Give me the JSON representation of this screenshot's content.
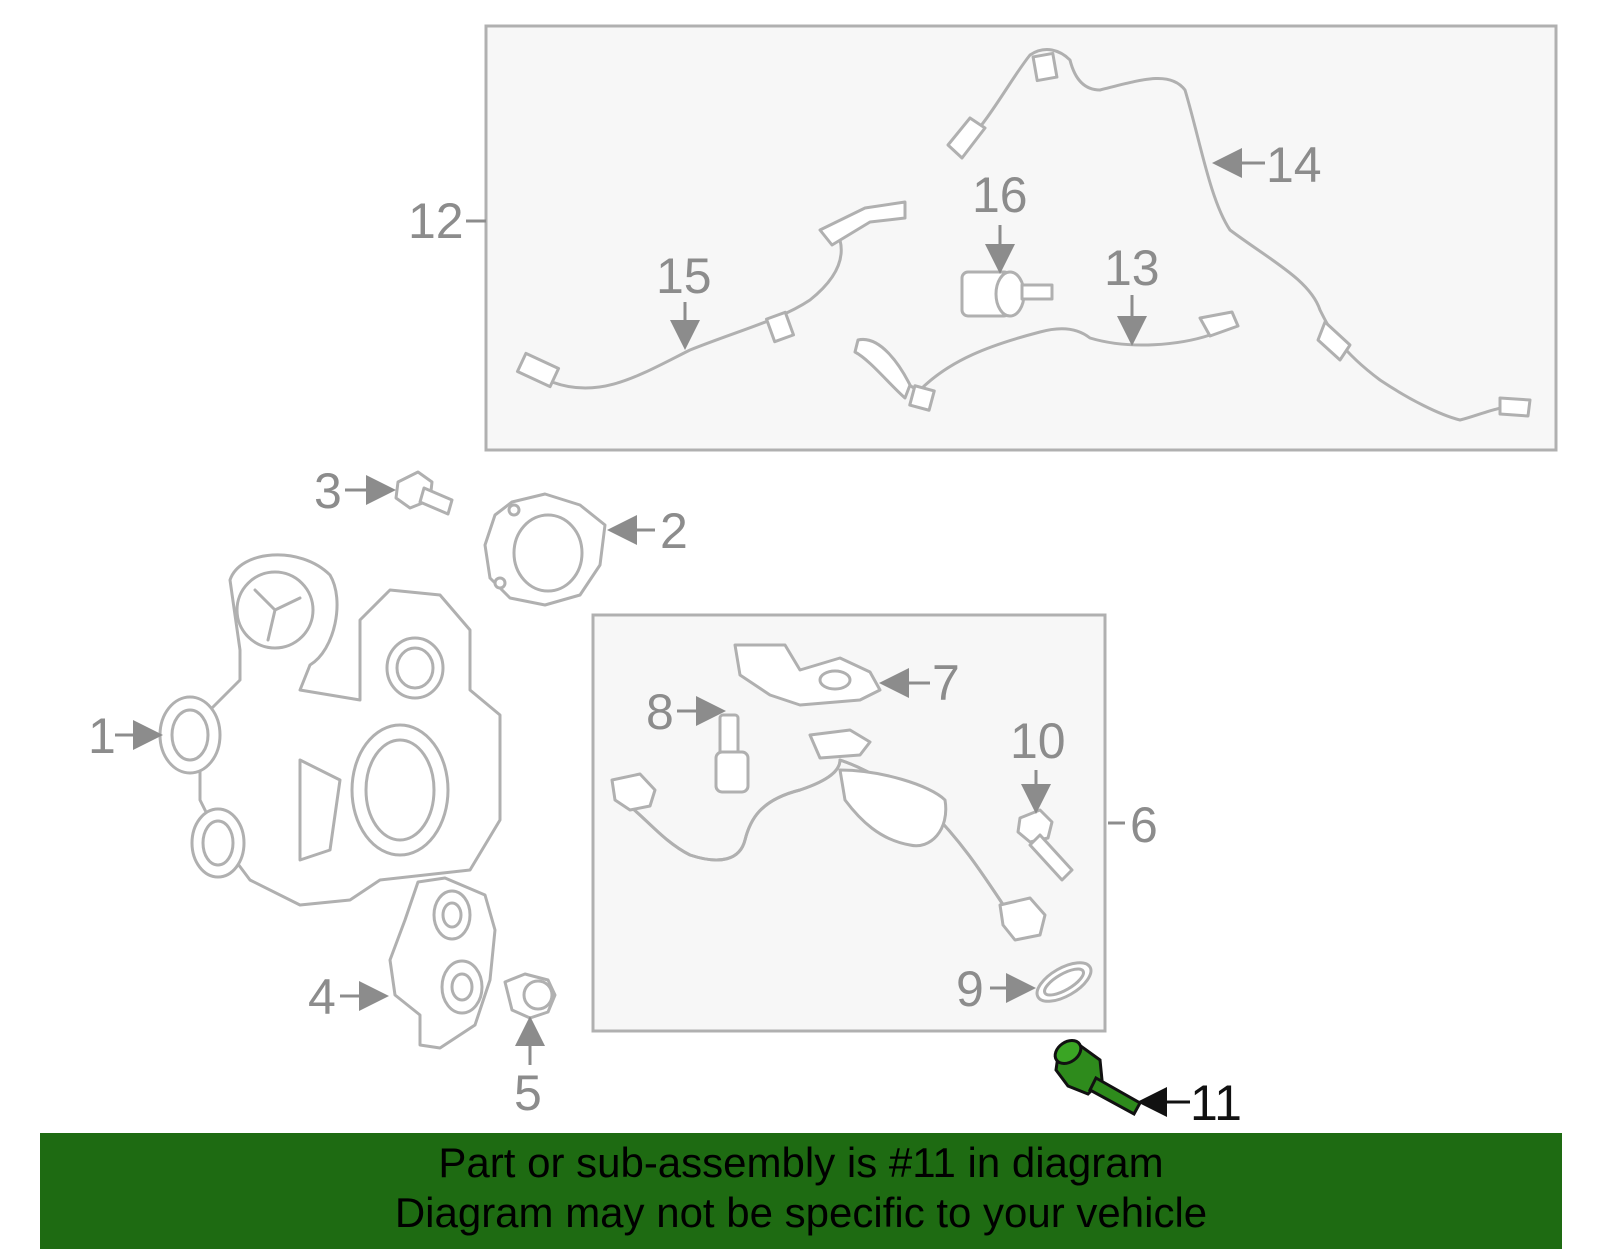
{
  "callouts": {
    "c1": "1",
    "c2": "2",
    "c3": "3",
    "c4": "4",
    "c5": "5",
    "c6": "6",
    "c7": "7",
    "c8": "8",
    "c9": "9",
    "c10": "10",
    "c11": "11",
    "c12": "12",
    "c13": "13",
    "c14": "14",
    "c15": "15",
    "c16": "16"
  },
  "banner": {
    "line1": "Part or sub-assembly is #11 in diagram",
    "line2": "Diagram may not be specific to your vehicle"
  },
  "colors": {
    "banner_bg": "#1e6b12",
    "highlight_part": "#2e8b1c",
    "box_fill": "#f7f7f7",
    "line_gray": "#b0b0b0"
  }
}
